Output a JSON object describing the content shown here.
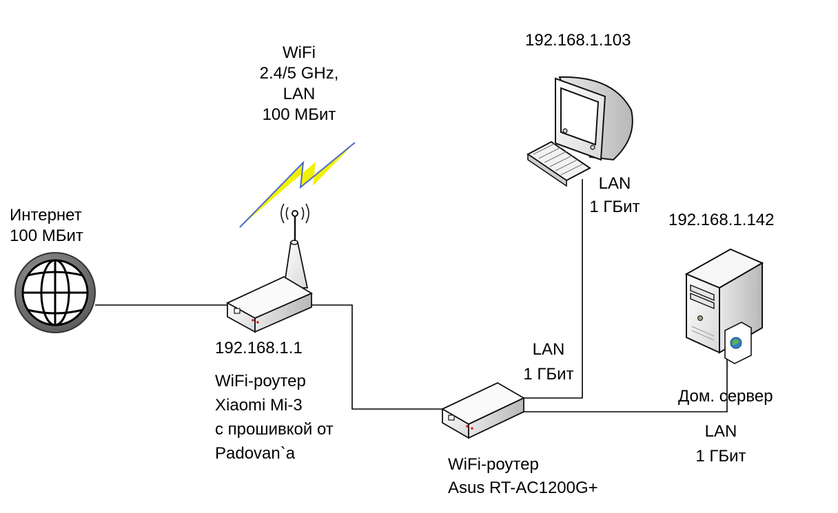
{
  "wifi_label": {
    "line1": "WiFi",
    "line2": "2.4/5 GHz,",
    "line3": "LAN",
    "line4": "100 МБит"
  },
  "internet": {
    "line1": "Интернет",
    "line2": "100 МБит",
    "icon": "globe-icon"
  },
  "router_xiaomi": {
    "ip": "192.168.1.1",
    "line1": "WiFi-роутер",
    "line2": "Xiaomi Mi-3",
    "line3": "с прошивкой от",
    "line4": "Padovan`a",
    "icon": "router-with-antenna-icon"
  },
  "router_asus": {
    "line1": "WiFi-роутер",
    "line2": "Asus RT-AC1200G+",
    "icon": "router-icon"
  },
  "pc": {
    "ip": "192.168.1.103",
    "link_line1": "LAN",
    "link_line2": "1 ГБит",
    "icon": "desktop-computer-icon"
  },
  "asus_pc_link": {
    "line1": "LAN",
    "line2": "1 ГБит"
  },
  "server": {
    "ip": "192.168.1.142",
    "name": "Дом. сервер",
    "link_line1": "LAN",
    "link_line2": "1 ГБит",
    "icon": "server-tower-icon"
  },
  "colors": {
    "line": "#000000",
    "lightning_yellow": "#f2f200",
    "lightning_blue": "#4a6ac8",
    "device_body": "#f4f4f4",
    "device_edge": "#111111"
  }
}
